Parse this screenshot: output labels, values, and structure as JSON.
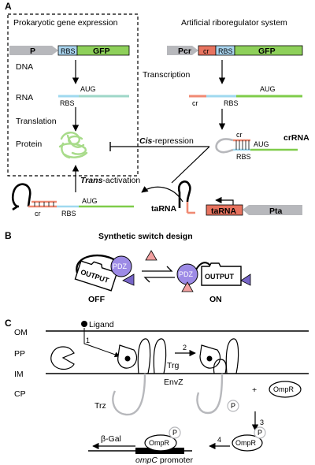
{
  "panels": {
    "a": "A",
    "b": "B",
    "c": "C"
  },
  "a": {
    "left_title": "Prokaryotic gene expression",
    "right_title": "Artificial riboregulator system",
    "p_box": "P",
    "rbs_box": "RBS",
    "gfp_box": "GFP",
    "dna": "DNA",
    "rna": "RNA",
    "aug": "AUG",
    "rbs": "RBS",
    "translation": "Translation",
    "protein": "Protein",
    "pcr_box": "Pcr",
    "cr_box": "cr",
    "transcription": "Transcription",
    "cr": "cr",
    "crrna": "crRNA",
    "cis_repression_prefix": "Cis",
    "cis_repression_suffix": "-repression",
    "trans_activation_prefix": "Trans",
    "trans_activation_suffix": "-activation",
    "tarna": "taRNA",
    "tarna_box": "taRNA",
    "pta_box": "Pta"
  },
  "b": {
    "title": "Synthetic switch design",
    "pdz": "PDZ",
    "output": "OUTPUT",
    "off": "OFF",
    "on": "ON"
  },
  "c": {
    "om": "OM",
    "pp": "PP",
    "im": "IM",
    "cp": "CP",
    "ligand": "Ligand",
    "step1": "1",
    "step2": "2",
    "step3": "3",
    "step4": "4",
    "trg": "Trg",
    "envz": "EnvZ",
    "trz": "Trz",
    "plus": "+",
    "ompr": "OmpR",
    "p": "P",
    "bgal": "β-Gal",
    "promoter_prefix": "ompC",
    "promoter_suffix": " promoter"
  },
  "colors": {
    "promoter_grey": "#b7b8bc",
    "rbs_blue": "#a9d4ee",
    "gfp_green": "#8ed05a",
    "cr_red": "#e7735f",
    "rna_green": "#7fcc4a",
    "rna_blue": "#9fd9ef",
    "rna_red": "#f08a73",
    "pdz_purple": "#9d8be6",
    "triangle_pink": "#f2a0a0",
    "triangle_purple": "#7765c8"
  }
}
